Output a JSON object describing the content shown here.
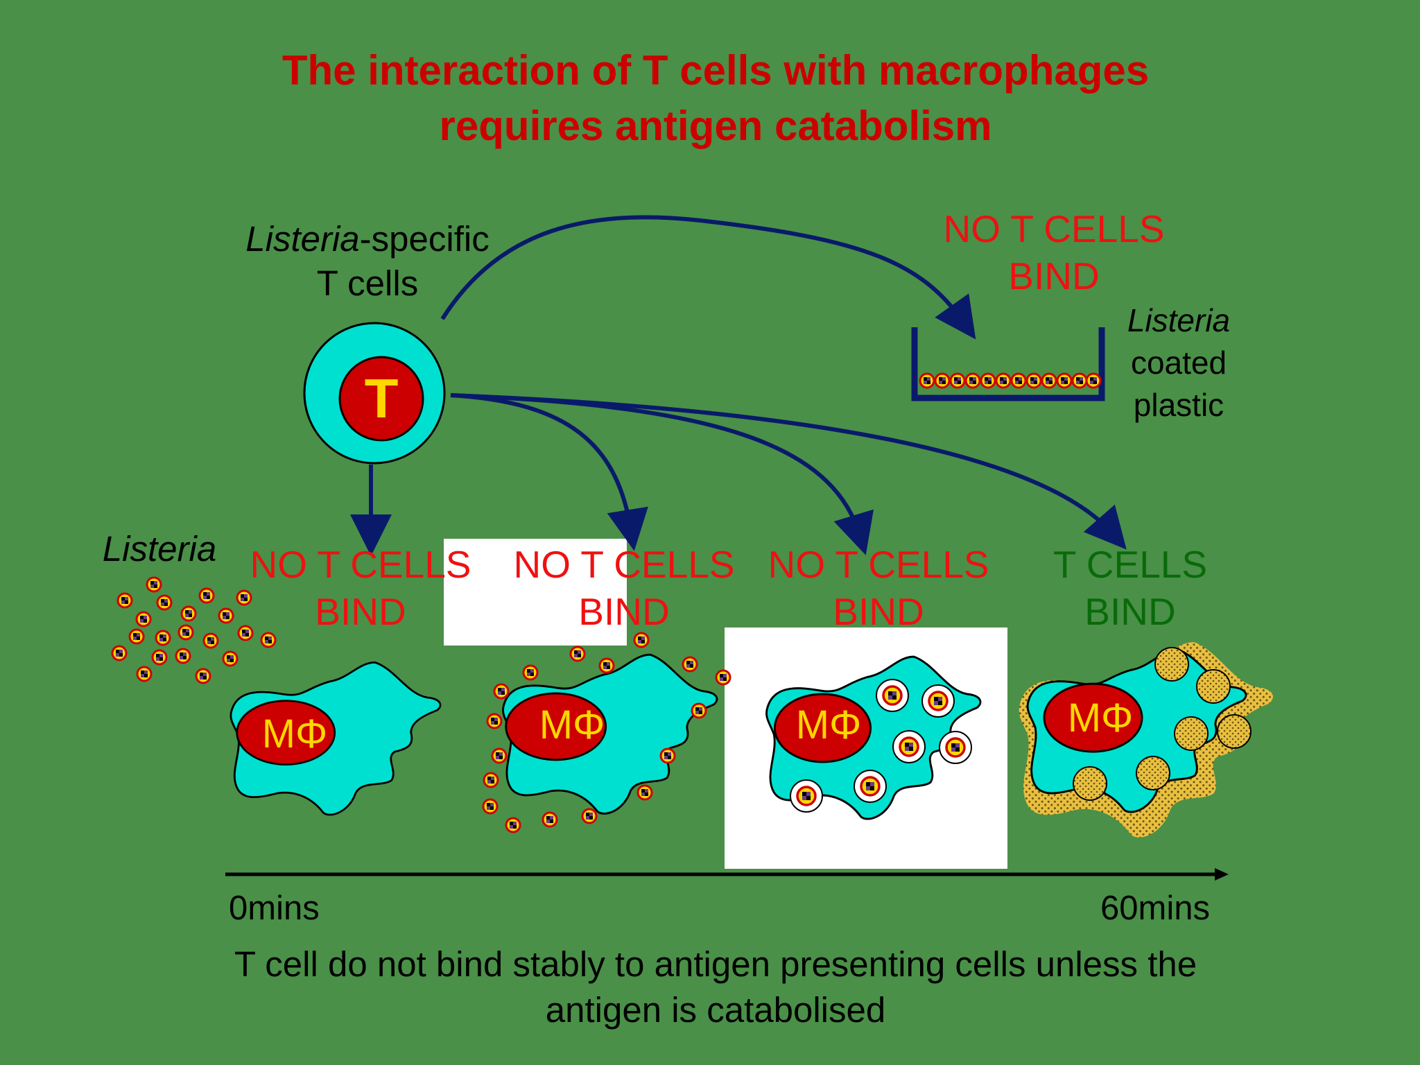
{
  "title": {
    "line1": "The interaction of T cells with macrophages",
    "line2": "requires antigen catabolism"
  },
  "tcell_label": {
    "italic": "Listeria",
    "rest": "-specific",
    "line2": "T cells"
  },
  "tcell_letter": "T",
  "plastic": {
    "result_line1": "NO T CELLS",
    "result_line2": "BIND",
    "label_italic": "Listeria",
    "label_line2": "coated",
    "label_line3": "plastic"
  },
  "listeria_label": "Listeria",
  "stages": [
    {
      "line1": "NO T CELLS",
      "line2": "BIND",
      "macrophage": "MΦ",
      "bound": false
    },
    {
      "line1": "NO T CELLS",
      "line2": "BIND",
      "macrophage": "MΦ",
      "bound": false
    },
    {
      "line1": "NO T CELLS",
      "line2": "BIND",
      "macrophage": "MΦ",
      "bound": false
    },
    {
      "line1": "T CELLS",
      "line2": "BIND",
      "macrophage": "MΦ",
      "bound": true
    }
  ],
  "timeline": {
    "start": "0mins",
    "end": "60mins"
  },
  "caption": {
    "line1": "T cell do not bind stably to antigen presenting cells unless the",
    "line2": "antigen is catabolised"
  },
  "colors": {
    "background": "#4a9048",
    "title": "#cc0000",
    "cell_cyan": "#00e0d0",
    "nucleus_red": "#cc0000",
    "nucleus_text": "#ffd700",
    "arrow_navy": "#0a1a6a",
    "bind_red": "#ee1111",
    "bind_green": "#0a6a0a"
  }
}
